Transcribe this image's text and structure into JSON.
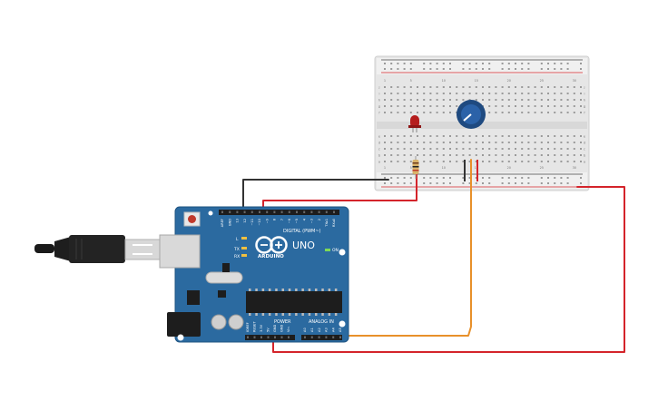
{
  "board": {
    "brand": "ARDUINO",
    "model": "UNO",
    "digital_header": "DIGITAL (PWM~)",
    "power_header": "POWER",
    "analog_header": "ANALOG IN",
    "on_label": "ON",
    "led_l": "L",
    "led_tx": "TX",
    "led_rx": "RX",
    "pin_labels_top": [
      "AREF",
      "GND",
      "13",
      "12",
      "~11",
      "~10",
      "~9",
      "8",
      "7",
      "~6",
      "~5",
      "4",
      "~3",
      "2",
      "TX▸1",
      "RX◂0"
    ],
    "pin_labels_power": [
      "IOREF",
      "RESET",
      "3.3V",
      "5V",
      "GND",
      "GND",
      "Vin"
    ],
    "pin_labels_analog": [
      "A0",
      "A1",
      "A2",
      "A3",
      "A4",
      "A5"
    ]
  },
  "breadboard": {
    "column_numbers": [
      "1",
      "5",
      "10",
      "15",
      "20",
      "25",
      "30"
    ],
    "row_letters_top": [
      "j",
      "i",
      "h",
      "g",
      "f"
    ],
    "row_letters_bottom": [
      "e",
      "d",
      "c",
      "b",
      "a"
    ]
  },
  "colors": {
    "board": "#2b6aa0",
    "wire_red": "#d4242b",
    "wire_black": "#333333",
    "wire_orange": "#e8902a",
    "led": "#b51d1d",
    "pot": "#1f4a80"
  },
  "components": [
    "usb-cable",
    "arduino-uno",
    "breadboard",
    "led",
    "resistor",
    "potentiometer"
  ]
}
